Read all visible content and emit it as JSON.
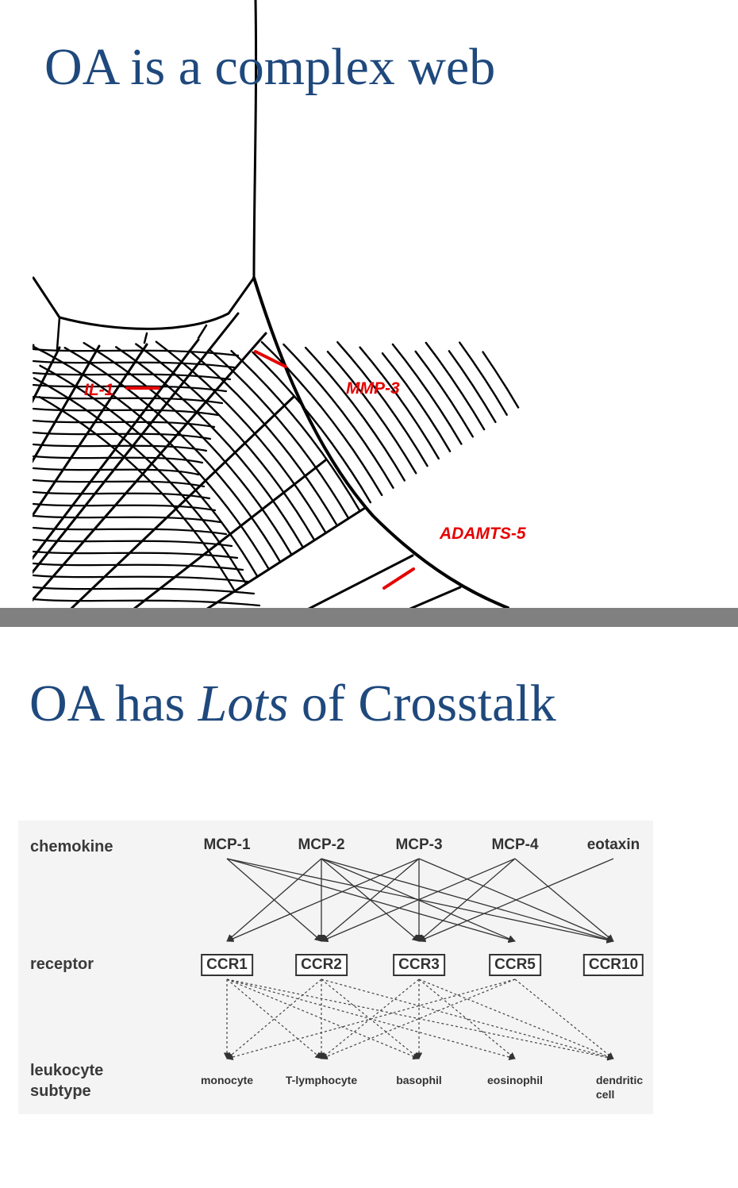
{
  "slide1": {
    "title": "OA is a complex web",
    "labels": {
      "il1": "IL-1",
      "mmp3": "MMP-3",
      "adamts5": "ADAMTS-5"
    },
    "label_color": "#e60000",
    "title_color": "#1f497d"
  },
  "slide2": {
    "title_before": "OA has ",
    "title_italic": "Lots",
    "title_after": " of Crosstalk",
    "row_labels": {
      "chemokine": "chemokine",
      "receptor": "receptor",
      "leukocyte_line1": "leukocyte",
      "leukocyte_line2": "subtype"
    },
    "chemokines": [
      "MCP-1",
      "MCP-2",
      "MCP-3",
      "MCP-4",
      "eotaxin"
    ],
    "receptors": [
      "CCR1",
      "CCR2",
      "CCR3",
      "CCR5",
      "CCR10"
    ],
    "cells": [
      "monocyte",
      "T-lymphocyte",
      "basophil",
      "eosinophil",
      "dendritic cell"
    ],
    "chemokine_receptor_links": [
      [
        "MCP-1",
        "CCR2"
      ],
      [
        "MCP-1",
        "CCR5"
      ],
      [
        "MCP-1",
        "CCR10"
      ],
      [
        "MCP-2",
        "CCR1"
      ],
      [
        "MCP-2",
        "CCR2"
      ],
      [
        "MCP-2",
        "CCR3"
      ],
      [
        "MCP-2",
        "CCR5"
      ],
      [
        "MCP-2",
        "CCR10"
      ],
      [
        "MCP-3",
        "CCR1"
      ],
      [
        "MCP-3",
        "CCR2"
      ],
      [
        "MCP-3",
        "CCR3"
      ],
      [
        "MCP-3",
        "CCR10"
      ],
      [
        "MCP-4",
        "CCR2"
      ],
      [
        "MCP-4",
        "CCR3"
      ],
      [
        "MCP-4",
        "CCR10"
      ],
      [
        "eotaxin",
        "CCR3"
      ]
    ],
    "receptor_cell_links": [
      [
        "CCR1",
        "monocyte"
      ],
      [
        "CCR1",
        "T-lymphocyte"
      ],
      [
        "CCR1",
        "basophil"
      ],
      [
        "CCR1",
        "eosinophil"
      ],
      [
        "CCR1",
        "dendritic cell"
      ],
      [
        "CCR2",
        "monocyte"
      ],
      [
        "CCR2",
        "T-lymphocyte"
      ],
      [
        "CCR2",
        "basophil"
      ],
      [
        "CCR2",
        "dendritic cell"
      ],
      [
        "CCR3",
        "T-lymphocyte"
      ],
      [
        "CCR3",
        "basophil"
      ],
      [
        "CCR3",
        "eosinophil"
      ],
      [
        "CCR3",
        "dendritic cell"
      ],
      [
        "CCR5",
        "monocyte"
      ],
      [
        "CCR5",
        "T-lymphocyte"
      ],
      [
        "CCR5",
        "dendritic cell"
      ]
    ]
  }
}
